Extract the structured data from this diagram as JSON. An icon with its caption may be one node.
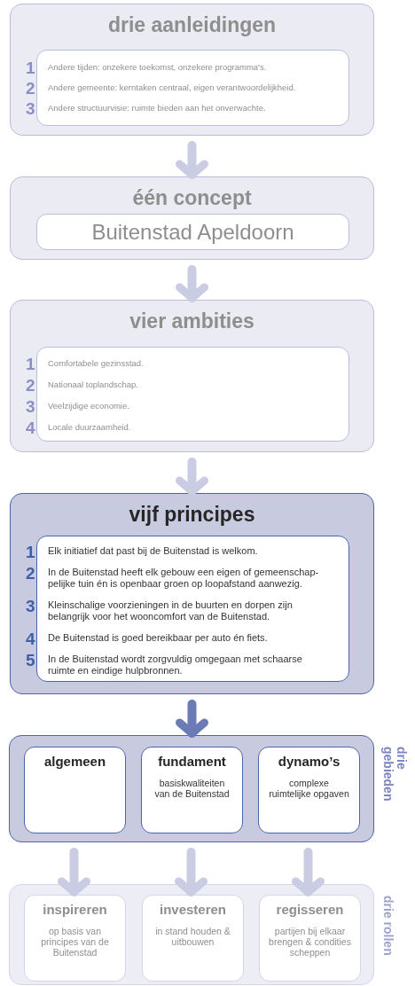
{
  "diagram": {
    "nodes": [
      {
        "text": [
          "drie aanleidingen"
        ]
      },
      {
        "text": [
          "Andere tijden: onzekere toekomst, onzekere programma's.",
          "Andere gemeente: kerntaken centraal, eigen verantwoordelijkheid.",
          "Andere structuurvisie: ruimte bieden aan het onverwachte."
        ],
        "in": 0,
        "beside": [
          "1",
          "2",
          "3"
        ]
      },
      {
        "text": [
          "één concept"
        ]
      },
      {
        "text": [
          "Buitenstad Apeldoorn"
        ],
        "in": 2
      },
      {
        "text": [
          "vier ambities"
        ]
      },
      {
        "text": [
          "Comfortabele gezinsstad.",
          "Nationaal toplandschap.",
          "Veelzijdige economie.",
          "Locale duurzaamheid."
        ],
        "in": 4,
        "beside": [
          "1",
          "2",
          "3",
          "4"
        ]
      },
      {
        "text": [
          "vijf principes"
        ]
      },
      {
        "text": [
          "Elk initiatief dat past bij de Buitenstad is welkom.",
          "In de Buitenstad heeft elk gebouw een eigen of gemeenschap- pelijke tuin én is openbaar groen op loopafstand aanwezig.",
          "Kleinschalige voorzieningen in de buurten en dorpen zijn belangrijk voor het wooncomfort van de Buitenstad.",
          "De Buitenstad is goed bereikbaar per auto én fiets.",
          "In de Buitenstad wordt zorgvuldig omgegaan met schaarse ruimte en eindige hulpbronnen."
        ],
        "in": 6,
        "beside": [
          "1",
          "2",
          "3",
          "4",
          "5"
        ]
      },
      {
        "text": [],
        "shape": "box",
        "beside": [
          "drie gebieden"
        ]
      },
      {
        "text": [
          "algemeen"
        ],
        "in": 8
      },
      {
        "text": [
          "fundament",
          "basiskwaliteiten van de Buitenstad"
        ],
        "in": 8
      },
      {
        "text": [
          "dynamo’s",
          "complexe ruimtelijke opgaven"
        ],
        "in": 8
      },
      {
        "text": [],
        "shape": "box",
        "beside": [
          "drie rollen"
        ]
      },
      {
        "text": [
          "inspireren",
          "op basis van principes van de Buitenstad"
        ],
        "in": 12
      },
      {
        "text": [
          "investeren",
          "in stand houden & uitbouwen"
        ],
        "in": 12
      },
      {
        "text": [
          "regisseren",
          "partijen bij elkaar brengen & condities scheppen"
        ],
        "in": 12
      }
    ],
    "edges": [
      {
        "from": 0,
        "to": 2,
        "arrow": "to"
      },
      {
        "from": 2,
        "to": 4,
        "arrow": "to"
      },
      {
        "from": 4,
        "to": 6,
        "arrow": "to"
      },
      {
        "from": 6,
        "to": 8,
        "arrow": "to",
        "color": "#6b7bb5"
      },
      {
        "from": 9,
        "to": 13,
        "arrow": "to"
      },
      {
        "from": 10,
        "to": 14,
        "arrow": "to"
      },
      {
        "from": 11,
        "to": 15,
        "arrow": "to"
      }
    ]
  }
}
